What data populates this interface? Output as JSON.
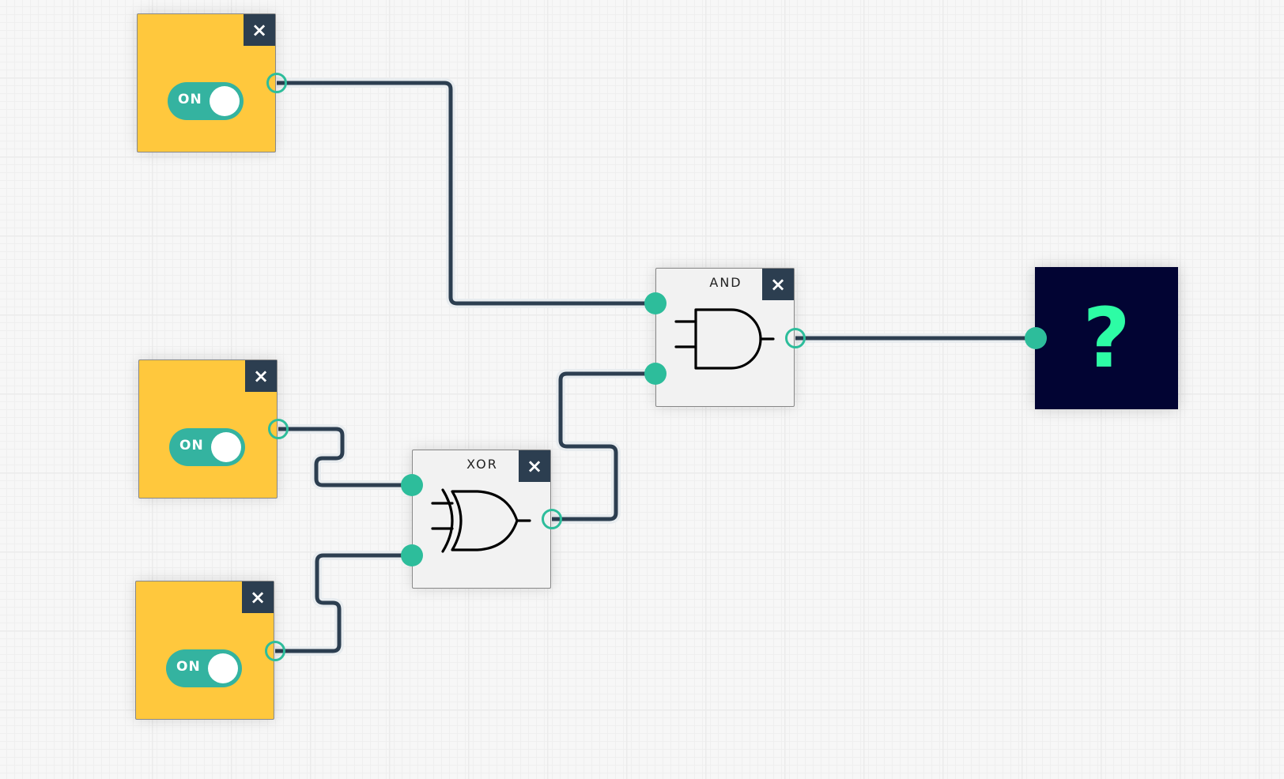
{
  "canvas": {
    "colors": {
      "toggle_bg": "#ffc83d",
      "gate_bg": "#f2f2f2",
      "wire": "#2c3e50",
      "port": "#2dbd9b",
      "switch_on": "#34b3a0",
      "close_bg": "#2c3e50",
      "output_bg": "#020433",
      "output_text": "#2dfca5"
    }
  },
  "toggles": [
    {
      "id": "toggle-1",
      "state_label": "ON",
      "state": true,
      "close_icon": "×"
    },
    {
      "id": "toggle-2",
      "state_label": "ON",
      "state": true,
      "close_icon": "×"
    },
    {
      "id": "toggle-3",
      "state_label": "ON",
      "state": true,
      "close_icon": "×"
    }
  ],
  "gates": {
    "and": {
      "title": "AND",
      "close_icon": "×",
      "symbol": "and-gate-icon"
    },
    "xor": {
      "title": "XOR",
      "close_icon": "×",
      "symbol": "xor-gate-icon"
    }
  },
  "output": {
    "value": "?"
  },
  "connections": [
    {
      "from": "toggle-1",
      "to": "and.input-1"
    },
    {
      "from": "toggle-2",
      "to": "xor.input-1"
    },
    {
      "from": "toggle-3",
      "to": "xor.input-2"
    },
    {
      "from": "xor.output",
      "to": "and.input-2"
    },
    {
      "from": "and.output",
      "to": "output"
    }
  ]
}
